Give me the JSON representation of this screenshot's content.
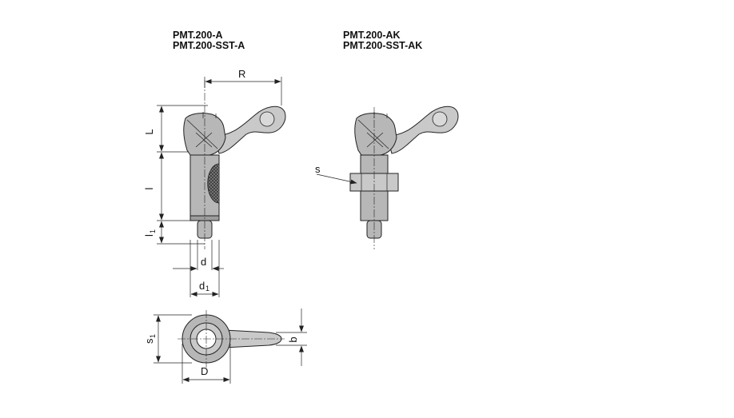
{
  "titles": {
    "left_line1": "PMT.200-A",
    "left_line2": "PMT.200-SST-A",
    "right_line1": "PMT.200-AK",
    "right_line2": "PMT.200-SST-AK"
  },
  "dimensions": {
    "R": "R",
    "L": "L",
    "l": "l",
    "l1_main": "l",
    "l1_sub": "1",
    "d": "d",
    "d1_main": "d",
    "d1_sub": "1",
    "s": "s",
    "s1_main": "s",
    "s1_sub": "1",
    "b": "b",
    "D": "D"
  }
}
